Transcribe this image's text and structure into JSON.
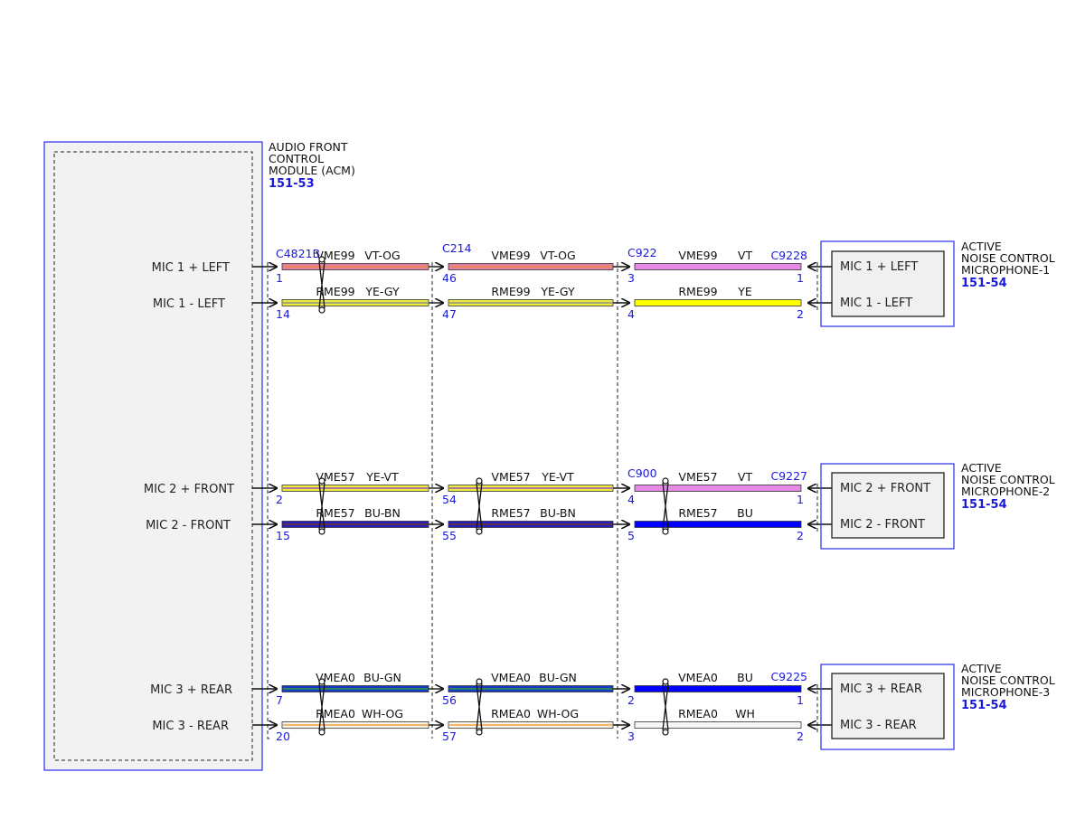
{
  "acm": {
    "title_lines": [
      "AUDIO FRONT",
      "CONTROL",
      "MODULE (ACM)"
    ],
    "ref": "151-53",
    "pins": [
      "MIC 1 + LEFT",
      "MIC 1 - LEFT",
      "MIC 2 + FRONT",
      "MIC 2 - FRONT",
      "MIC 3 + REAR",
      "MIC 3 - REAR"
    ]
  },
  "connectors": {
    "c1": "C4821B",
    "c2": "C214",
    "c3_row1": "C922",
    "c3_row2": "C900",
    "mic1_conn": "C9228",
    "mic2_conn": "C9227",
    "mic3_conn": "C9225"
  },
  "pin_numbers": {
    "c1": [
      "1",
      "14",
      "2",
      "15",
      "7",
      "20"
    ],
    "c2": [
      "46",
      "47",
      "54",
      "55",
      "56",
      "57"
    ],
    "c3": [
      "3",
      "4",
      "4",
      "5",
      "2",
      "3"
    ],
    "mic": [
      "1",
      "2",
      "1",
      "2",
      "1",
      "2"
    ]
  },
  "wires": {
    "seg1": [
      {
        "circuit": "VME99",
        "color_code": "VT-OG"
      },
      {
        "circuit": "RME99",
        "color_code": "YE-GY"
      },
      {
        "circuit": "VME57",
        "color_code": "YE-VT"
      },
      {
        "circuit": "RME57",
        "color_code": "BU-BN"
      },
      {
        "circuit": "VMEA0",
        "color_code": "BU-GN"
      },
      {
        "circuit": "RMEA0",
        "color_code": "WH-OG"
      }
    ],
    "seg2": [
      {
        "circuit": "VME99",
        "color_code": "VT-OG"
      },
      {
        "circuit": "RME99",
        "color_code": "YE-GY"
      },
      {
        "circuit": "VME57",
        "color_code": "YE-VT"
      },
      {
        "circuit": "RME57",
        "color_code": "BU-BN"
      },
      {
        "circuit": "VMEA0",
        "color_code": "BU-GN"
      },
      {
        "circuit": "RMEA0",
        "color_code": "WH-OG"
      }
    ],
    "seg3": [
      {
        "circuit": "VME99",
        "color_code": "VT"
      },
      {
        "circuit": "RME99",
        "color_code": "YE"
      },
      {
        "circuit": "VME57",
        "color_code": "VT"
      },
      {
        "circuit": "RME57",
        "color_code": "BU"
      },
      {
        "circuit": "VMEA0",
        "color_code": "BU"
      },
      {
        "circuit": "RMEA0",
        "color_code": "WH"
      }
    ]
  },
  "microphones": [
    {
      "title_lines": [
        "ACTIVE",
        "NOISE CONTROL",
        "MICROPHONE-1"
      ],
      "ref": "151-54",
      "pins": [
        "MIC 1 + LEFT",
        "MIC 1 - LEFT"
      ]
    },
    {
      "title_lines": [
        "ACTIVE",
        "NOISE CONTROL",
        "MICROPHONE-2"
      ],
      "ref": "151-54",
      "pins": [
        "MIC 2 + FRONT",
        "MIC 2 - FRONT"
      ]
    },
    {
      "title_lines": [
        "ACTIVE",
        "NOISE CONTROL",
        "MICROPHONE-3"
      ],
      "ref": "151-54",
      "pins": [
        "MIC 3 + REAR",
        "MIC 3 - REAR"
      ]
    }
  ],
  "wire_colors": {
    "VT-OG": {
      "main": "#e27fa6",
      "stripe": "#f08a3c"
    },
    "YE-GY": {
      "main": "#ecec3a",
      "stripe": "#8f8f8f"
    },
    "VT": {
      "main": "#e58ae5",
      "stripe": null
    },
    "YE": {
      "main": "#ffff00",
      "stripe": null
    },
    "YE-VT": {
      "main": "#ecec3a",
      "stripe": "#a050c8"
    },
    "BU-BN": {
      "main": "#2a1cc4",
      "stripe": "#6a3a14"
    },
    "BU": {
      "main": "#0000ff",
      "stripe": null
    },
    "BU-GN": {
      "main": "#1838c8",
      "stripe": "#2a9e3a"
    },
    "WH-OG": {
      "main": "#faf5e8",
      "stripe": "#f0a040"
    },
    "WH": {
      "main": "#f6f6f6",
      "stripe": null
    }
  },
  "accent_color": "#1a1adc"
}
